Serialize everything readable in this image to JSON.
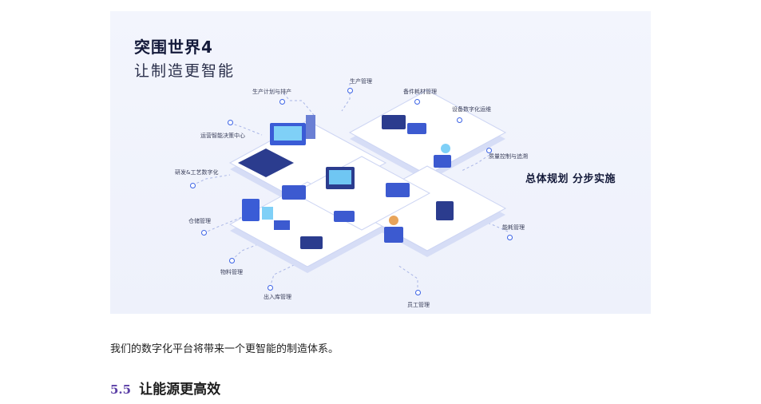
{
  "figure": {
    "title": "突围世界4",
    "subtitle": "让制造更智能",
    "slogan": "总体规划 分步实施",
    "labels": {
      "production_planning": "生产计划与排产",
      "production_management": "生产管理",
      "spare_parts": "备件耗材管理",
      "equipment_digital": "设备数字化运维",
      "operations_center": "运营智能决策中心",
      "quality_control": "质量控制与追溯",
      "rd_digital": "研发&工艺数字化",
      "warehouse": "仓储管理",
      "energy": "能耗管理",
      "materials": "物料管理",
      "inout_storage": "出入库管理",
      "staff": "员工管理"
    }
  },
  "article": {
    "caption": "我们的数字化平台将带来一个更智能的制造体系。",
    "section_number": "5.5",
    "section_title": "让能源更高效"
  }
}
